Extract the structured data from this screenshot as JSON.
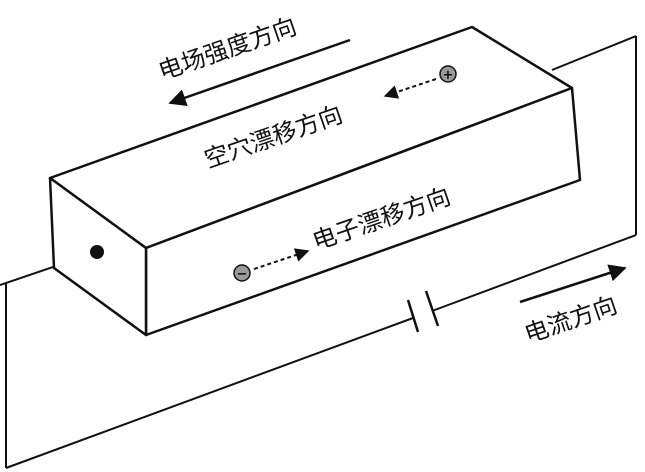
{
  "labels": {
    "field_direction": "电场强度方向",
    "hole_drift": "空穴漂移方向",
    "electron_drift": "电子漂移方向",
    "current_direction": "电流方向"
  },
  "symbols": {
    "hole_sign": "+",
    "electron_sign": "−"
  },
  "colors": {
    "line": "#111111",
    "box_fill": "#ffffff",
    "charge_fill": "#9a9a9a"
  },
  "icons": {
    "field_arrow": "left-arrow-icon",
    "current_arrow": "right-arrow-icon",
    "hole": "positive-charge-icon",
    "electron": "negative-charge-icon",
    "battery": "battery-icon",
    "contact": "contact-dot-icon"
  }
}
